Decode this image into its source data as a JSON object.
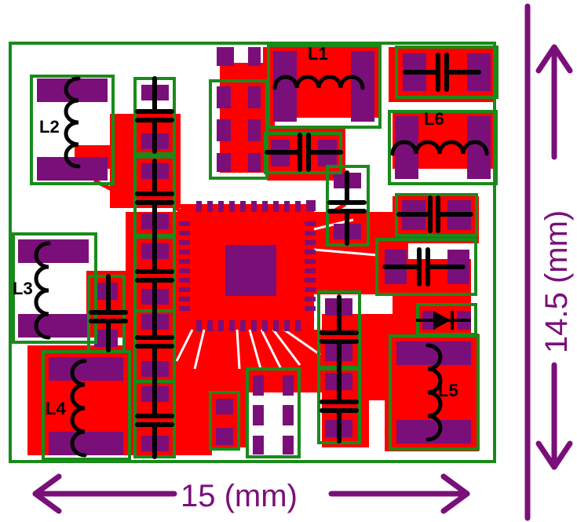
{
  "labels": {
    "l1": "L1",
    "l2": "L2",
    "l3": "L3",
    "l4": "L4",
    "l5": "L5",
    "l6": "L6"
  },
  "dimensions": {
    "width_text": "15 (mm)",
    "height_text": "14.5 (mm)"
  },
  "colors": {
    "copper": "#ff0000",
    "pad": "#7a0f7a",
    "silkscreen": "#1a8a1a",
    "component": "#000000",
    "dimension": "#7a0f7a"
  }
}
